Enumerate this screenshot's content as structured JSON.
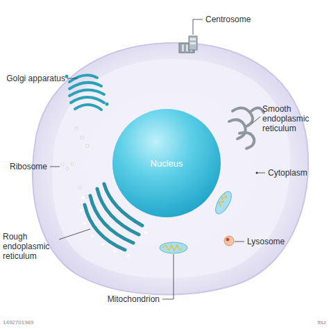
{
  "diagram": {
    "nodes": [
      {
        "text": [
          "Nucleus"
        ]
      }
    ],
    "labels": [
      "Centrosome",
      "Golgi apparatus",
      "Smooth endoplasmic reticulum",
      "Ribosome",
      "Cytoplasm",
      "Rough endoplasmic reticulum",
      "Lysosome",
      "Mitochondrion",
      "1492701989",
      "ttsz"
    ]
  }
}
